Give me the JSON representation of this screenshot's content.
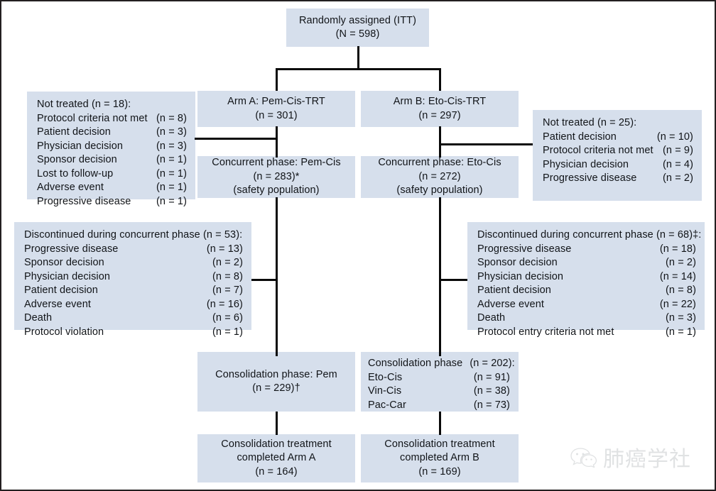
{
  "figure": {
    "type": "consort-flow-diagram",
    "colors": {
      "box_fill": "#d6dfec",
      "connector": "#0a0a0a",
      "text": "#111418",
      "frame_border": "#231f20",
      "watermark": "#9aa0a6"
    }
  },
  "nodes": {
    "randomized": {
      "lines": [
        "Randomly assigned (ITT)",
        "(N = 598)"
      ]
    },
    "arm_a": {
      "lines": [
        "Arm A: Pem-Cis-TRT",
        "(n = 301)"
      ]
    },
    "arm_b": {
      "lines": [
        "Arm B: Eto-Cis-TRT",
        "(n = 297)"
      ]
    },
    "concurrent_a": {
      "lines": [
        "Concurrent phase: Pem-Cis",
        "(n = 283)*",
        "(safety population)"
      ]
    },
    "concurrent_b": {
      "lines": [
        "Concurrent phase: Eto-Cis",
        "(n = 272)",
        "(safety population)"
      ]
    },
    "not_treated_a": {
      "header": "Not treated (n = 18):",
      "rows": [
        {
          "label": "Protocol criteria not met",
          "count": "(n = 8)"
        },
        {
          "label": "Patient decision",
          "count": "(n = 3)"
        },
        {
          "label": "Physician decision",
          "count": "(n = 3)"
        },
        {
          "label": "Sponsor decision",
          "count": "(n = 1)"
        },
        {
          "label": "Lost to follow-up",
          "count": "(n = 1)"
        },
        {
          "label": "Adverse event",
          "count": "(n = 1)"
        },
        {
          "label": "Progressive disease",
          "count": "(n = 1)"
        }
      ]
    },
    "not_treated_b": {
      "header": "Not treated (n = 25):",
      "rows": [
        {
          "label": "Patient decision",
          "count": "(n = 10)"
        },
        {
          "label": "Protocol criteria not met",
          "count": "(n = 9)"
        },
        {
          "label": "Physician decision",
          "count": "(n = 4)"
        },
        {
          "label": "Progressive disease",
          "count": "(n = 2)"
        }
      ]
    },
    "discontinued_a": {
      "header": "Discontinued during concurrent phase (n = 53):",
      "rows": [
        {
          "label": "Progressive disease",
          "count": "(n = 13)"
        },
        {
          "label": "Sponsor decision",
          "count": "(n = 2)"
        },
        {
          "label": "Physician decision",
          "count": "(n = 8)"
        },
        {
          "label": "Patient decision",
          "count": "(n = 7)"
        },
        {
          "label": "Adverse event",
          "count": "(n = 16)"
        },
        {
          "label": "Death",
          "count": "(n = 6)"
        },
        {
          "label": "Protocol violation",
          "count": "(n = 1)"
        }
      ]
    },
    "discontinued_b": {
      "header": "Discontinued during concurrent phase (n = 68)‡:",
      "rows": [
        {
          "label": "Progressive disease",
          "count": "(n = 18)"
        },
        {
          "label": "Sponsor decision",
          "count": "(n = 2)"
        },
        {
          "label": "Physician decision",
          "count": "(n = 14)"
        },
        {
          "label": "Patient decision",
          "count": "(n = 8)"
        },
        {
          "label": "Adverse event",
          "count": "(n = 22)"
        },
        {
          "label": "Death",
          "count": "(n = 3)"
        },
        {
          "label": "Protocol entry criteria not met",
          "count": "(n = 1)"
        }
      ]
    },
    "consolidation_a": {
      "lines": [
        "Consolidation phase: Pem",
        "(n = 229)†"
      ]
    },
    "consolidation_b": {
      "header_label": "Consolidation phase",
      "header_count": "(n = 202):",
      "rows": [
        {
          "label": "Eto-Cis",
          "count": "(n = 91)"
        },
        {
          "label": "Vin-Cis",
          "count": "(n = 38)"
        },
        {
          "label": "Pac-Car",
          "count": "(n = 73)"
        }
      ]
    },
    "completed_a": {
      "lines": [
        "Consolidation treatment",
        "completed Arm A",
        "(n = 164)"
      ]
    },
    "completed_b": {
      "lines": [
        "Consolidation treatment",
        "completed Arm B",
        "(n = 169)"
      ]
    }
  },
  "watermark": {
    "text": "肺癌学社",
    "icon": "wechat-icon"
  }
}
